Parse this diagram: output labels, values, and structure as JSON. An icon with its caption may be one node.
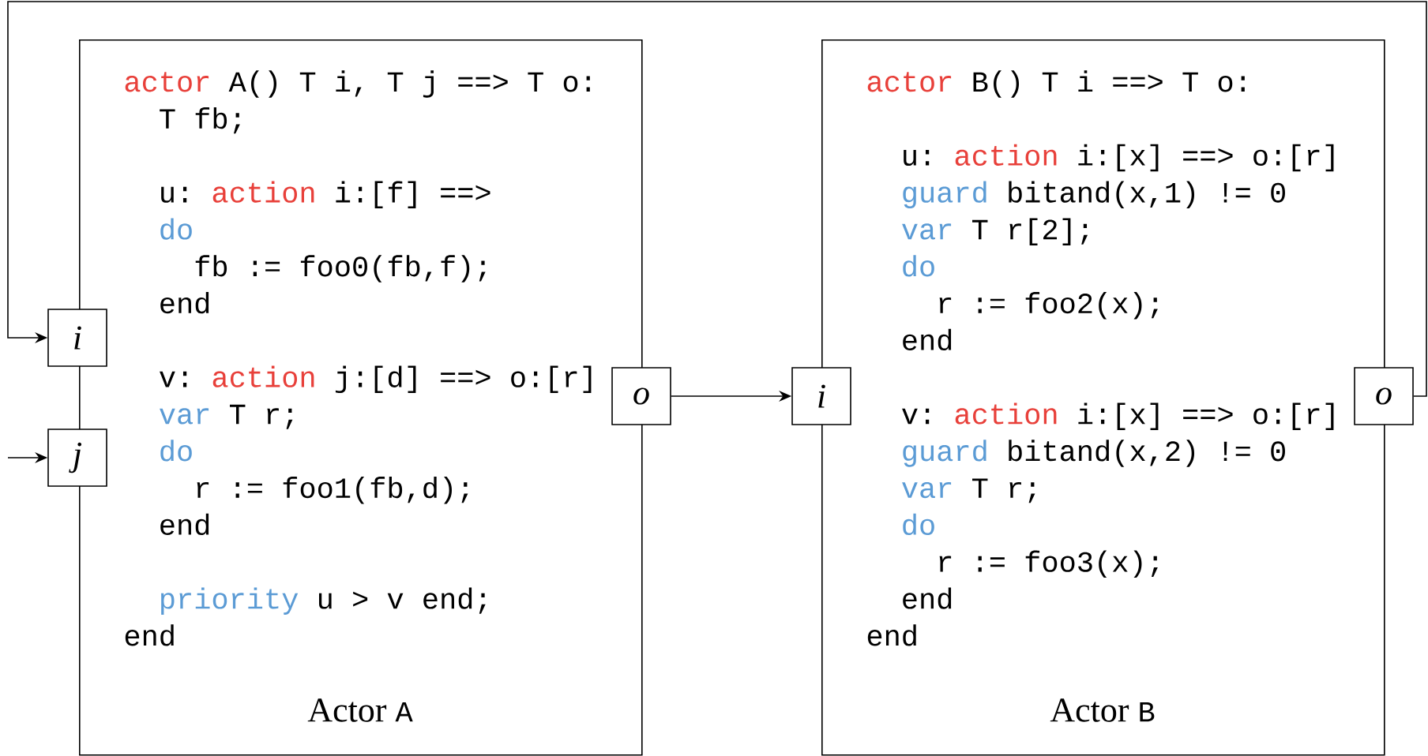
{
  "diagram": {
    "nodes": [
      {
        "text": [
          "actor",
          "A() T i, T j ==> T o:",
          "T fb;",
          "u:",
          "action",
          "i:[f] ==>",
          "do",
          "fb := foo0(fb,f);",
          "end",
          "v:",
          "action",
          "j:[d] ==> o:[r]",
          "var",
          "T r;",
          "do",
          "r := foo1(fb,d);",
          "end",
          "priority",
          "u > v end;",
          "end",
          "Actor",
          "A"
        ]
      },
      {
        "text": [
          "i"
        ]
      },
      {
        "text": [
          "j"
        ]
      },
      {
        "text": [
          "o"
        ]
      },
      {
        "text": [
          "actor",
          "B() T i ==> T o:",
          "u:",
          "action",
          "i:[x] ==> o:[r]",
          "guard",
          "bitand(x,1) != 0",
          "var",
          "T r[2];",
          "do",
          "r := foo2(x);",
          "end",
          "v:",
          "action",
          "i:[x] ==> o:[r]",
          "guard",
          "bitand(x,2) != 0",
          "var",
          "T r;",
          "do",
          "r := foo3(x);",
          "end",
          "end",
          "Actor",
          "B"
        ]
      },
      {
        "text": [
          "i"
        ]
      },
      {
        "text": [
          "o"
        ]
      }
    ],
    "edges": [
      {
        "from": 6,
        "to": 1,
        "arrow": "to"
      },
      {
        "from": null,
        "to": 2,
        "arrow": "to"
      },
      {
        "from": 3,
        "to": 5,
        "arrow": "to"
      }
    ]
  }
}
